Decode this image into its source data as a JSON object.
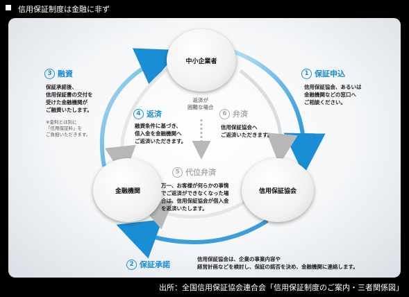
{
  "header": {
    "title": "信用保証制度は金融に非ず"
  },
  "footer": {
    "source": "出所：全国信用保証協会連合会「信用保証制度のご案内・三者関係図」"
  },
  "nodes": {
    "sme": "中小企業者",
    "bank": "金融機関",
    "guarantee": "信用保証協会"
  },
  "steps": {
    "s1": {
      "num": "1",
      "label": "保証申込",
      "desc": "信用保証協会、あるいは\n金融機関などの窓口へ\nご相談ください。"
    },
    "s2": {
      "num": "2",
      "label": "保証承諾",
      "desc": "信用保証協会は、企業の事業内容や\n経営計画などを検討し、保証の諾否を決め、金融機関に連絡します。"
    },
    "s3": {
      "num": "3",
      "label": "融資",
      "desc": "保証承諾後、\n信用保証書の交付を\n受けた金融機関が\nご融資いたします。",
      "note": "※金利とは別に\n「信用保証料」を\nご負担いただきます。"
    },
    "s4": {
      "num": "4",
      "label": "返済",
      "desc": "融資条件に基づき、\n借入金を金融機関へ\nご返済いただきます。"
    },
    "s5": {
      "num": "5",
      "label": "代位弁済",
      "desc": "万一、お客様が何らかの事情\nでご返済ができなくなった場\n合は、信用保証協会が借入金\nを返済いたします。"
    },
    "s6": {
      "num": "6",
      "label": "弁済",
      "desc": "信用保証協会へ\nご返済いただきます。"
    },
    "side_label": "返済が\n困難な場合"
  },
  "colors": {
    "accent": "#1a8ed4",
    "gray": "#aaaaaa"
  }
}
